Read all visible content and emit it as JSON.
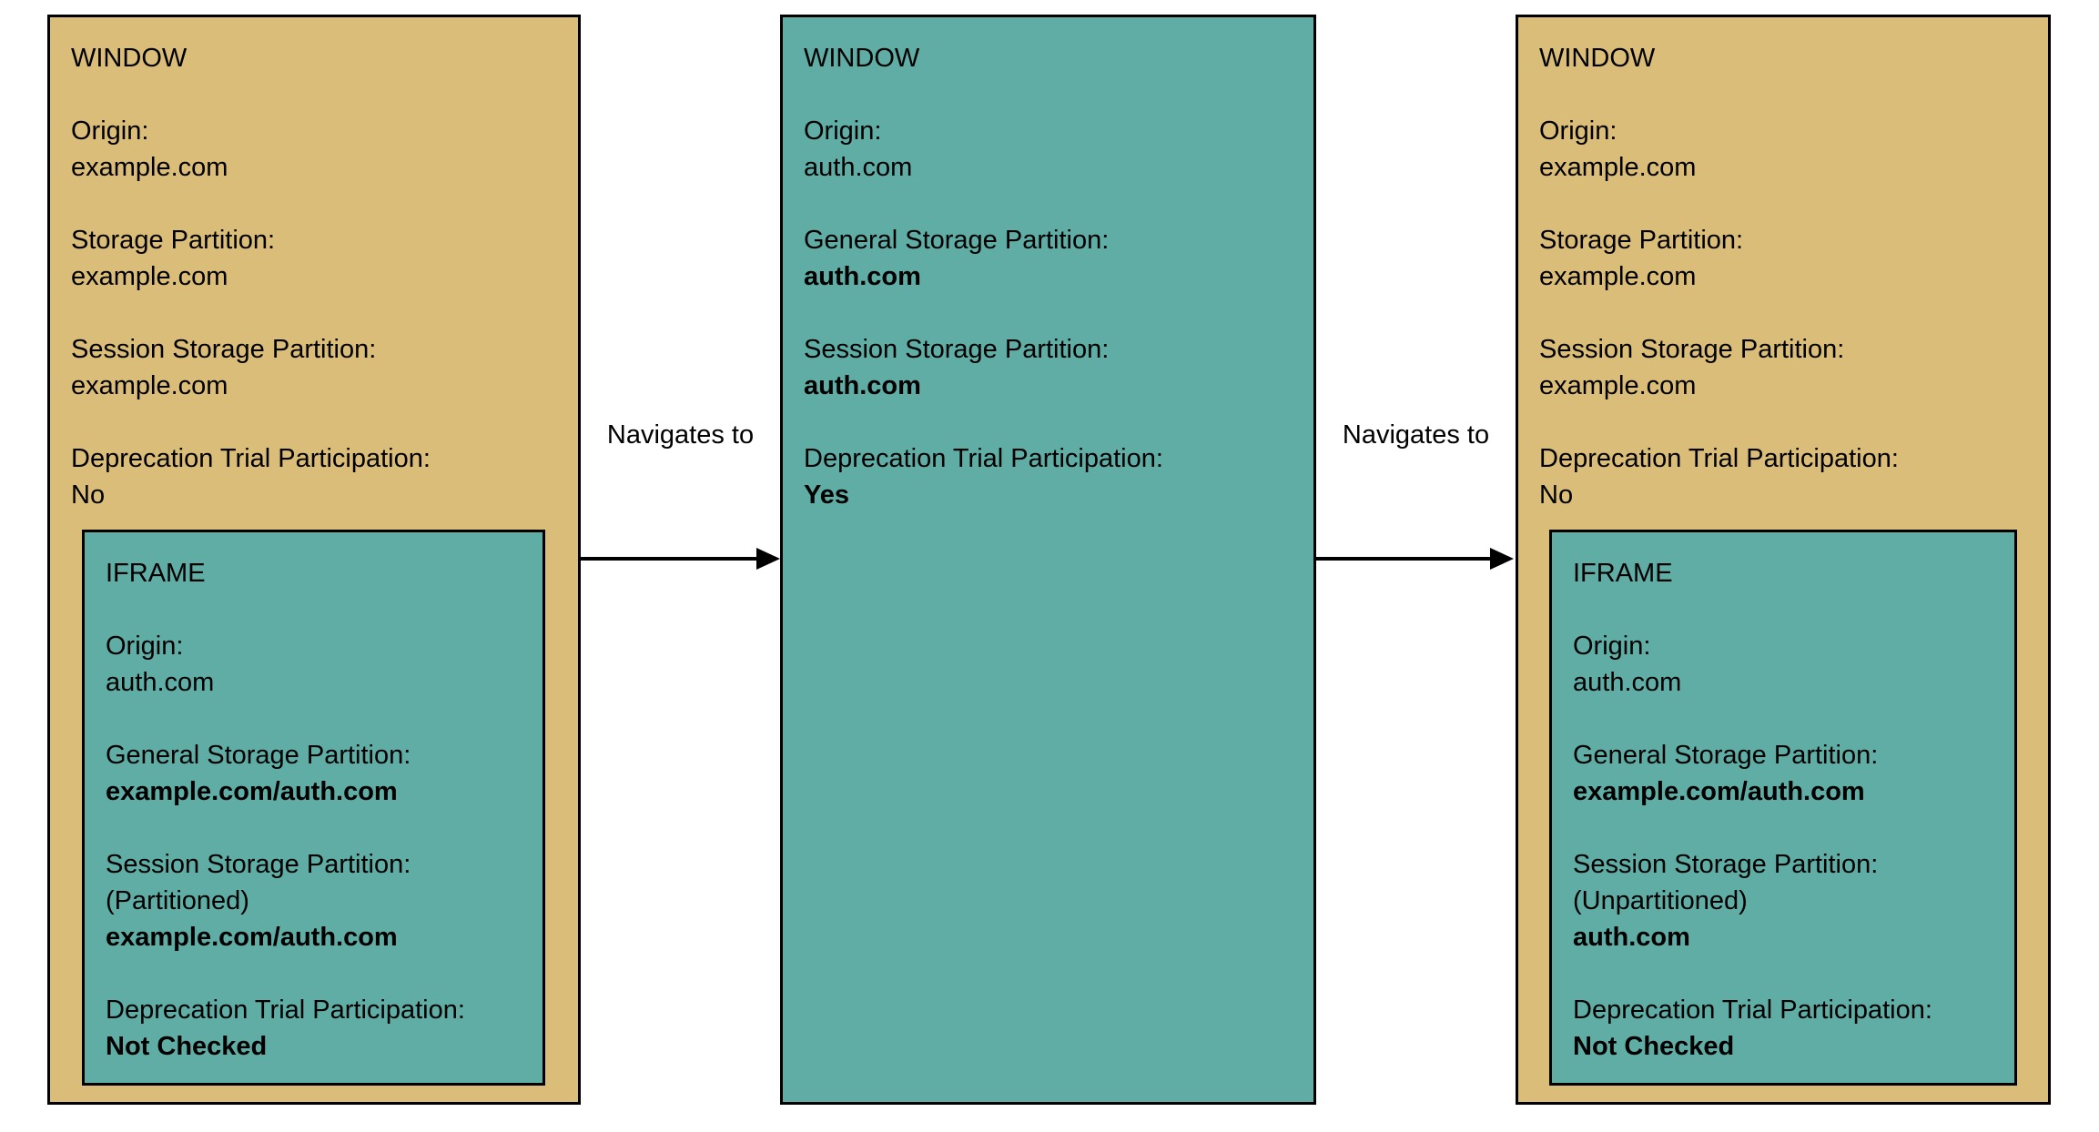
{
  "diagram": {
    "colors": {
      "window_fill": "#D9BD79",
      "frame_fill": "#5FADA5",
      "border": "#000000",
      "text": "#000000",
      "background": "#FFFFFF"
    },
    "arrows": [
      {
        "label": "Navigates to"
      },
      {
        "label": "Navigates to"
      }
    ],
    "boxes": [
      {
        "title": "WINDOW",
        "fields": [
          {
            "label": "Origin:",
            "value": "example.com"
          },
          {
            "label": "Storage Partition:",
            "value": "example.com"
          },
          {
            "label": "Session Storage Partition:",
            "value": "example.com"
          },
          {
            "label": "Deprecation Trial Participation:",
            "value": "No"
          }
        ],
        "iframe": {
          "title": "IFRAME",
          "fields": [
            {
              "label": "Origin:",
              "value": "auth.com"
            },
            {
              "label": "General Storage Partition:",
              "value": "example.com/auth.com"
            },
            {
              "label": "Session Storage Partition:",
              "note": "(Partitioned)",
              "value": "example.com/auth.com"
            },
            {
              "label": "Deprecation Trial Participation:",
              "value": "Not Checked"
            }
          ]
        }
      },
      {
        "title": "WINDOW",
        "fields": [
          {
            "label": "Origin:",
            "value": "auth.com"
          },
          {
            "label": "General Storage Partition:",
            "value": "auth.com"
          },
          {
            "label": "Session Storage Partition:",
            "value": "auth.com"
          },
          {
            "label": "Deprecation Trial Participation:",
            "value": "Yes"
          }
        ]
      },
      {
        "title": "WINDOW",
        "fields": [
          {
            "label": "Origin:",
            "value": "example.com"
          },
          {
            "label": "Storage Partition:",
            "value": "example.com"
          },
          {
            "label": "Session Storage Partition:",
            "value": "example.com"
          },
          {
            "label": "Deprecation Trial Participation:",
            "value": "No"
          }
        ],
        "iframe": {
          "title": "IFRAME",
          "fields": [
            {
              "label": "Origin:",
              "value": "auth.com"
            },
            {
              "label": "General Storage Partition:",
              "value": "example.com/auth.com"
            },
            {
              "label": "Session Storage Partition:",
              "note": "(Unpartitioned)",
              "value": "auth.com"
            },
            {
              "label": "Deprecation Trial Participation:",
              "value": "Not Checked"
            }
          ]
        }
      }
    ]
  }
}
